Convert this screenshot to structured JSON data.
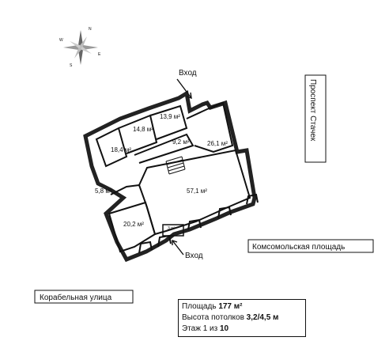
{
  "compass": {
    "icon": "compass-rose-icon",
    "points": [
      "N",
      "E",
      "S",
      "W"
    ]
  },
  "rooms": [
    {
      "id": "r-139",
      "label": "13,9 м²"
    },
    {
      "id": "r-148",
      "label": "14,8 м²"
    },
    {
      "id": "r-184",
      "label": "18,4 м²"
    },
    {
      "id": "r-92",
      "label": "9,2 м²"
    },
    {
      "id": "r-261",
      "label": "26,1 м²"
    },
    {
      "id": "r-571",
      "label": "57,1 м²"
    },
    {
      "id": "r-58",
      "label": "5,8 м²"
    },
    {
      "id": "r-202",
      "label": "20,2 м²"
    },
    {
      "id": "r-wc",
      "label": "3 м²"
    }
  ],
  "entrances": {
    "top": "Вход",
    "bottom": "Вход"
  },
  "streets": {
    "prospekt": "Проспект Стачек",
    "square": "Комсомольская площадь",
    "street": "Корабельная улица"
  },
  "info": {
    "area_label": "Площадь",
    "area_value": "177 м²",
    "ceiling_label": "Высота потолков",
    "ceiling_value": "3,2/4,5 м",
    "floor_label": "Этаж",
    "floor_value": "1",
    "floor_of": "из",
    "floor_total": "10"
  }
}
